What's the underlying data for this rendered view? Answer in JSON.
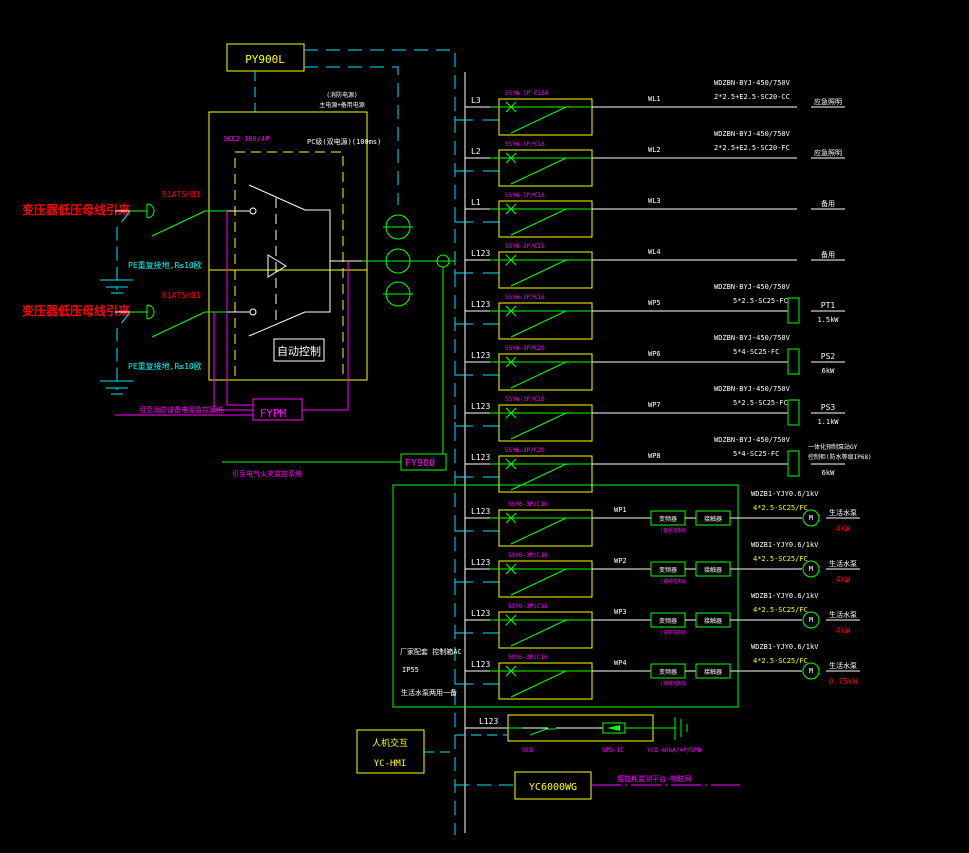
{
  "sources": [
    {
      "label": "变压器低压母线引来",
      "breaker": "B1ATSHB1",
      "ground_label": "PE重复接地,R≤10欧"
    },
    {
      "label": "变压器低压母线引来",
      "breaker": "B1ATSHB1",
      "ground_label": "PE重复接地,R≤10欧"
    }
  ],
  "ats": {
    "top_note_line1": "(消防电源)",
    "top_note_line2": "主电源+备用电源",
    "model": "3KC2-100/4P",
    "pc_label": "PC级(双电源)(100ms)",
    "auto_label": "自动控制"
  },
  "monitors": {
    "py900l": "PY900L",
    "fypm": "FYPM",
    "fy900": "FY900",
    "fypm_note": "引至消防设备电源监控系统",
    "fy900_note": "引至电气火灾监控系统"
  },
  "bus_rows": [
    {
      "phase": "L3",
      "breaker": "5SY6 1P C16A",
      "circuit": "WL1",
      "cable1": "WDZBN-BYJ-450/750V",
      "cable2": "2*2.5+E2.5-SC20-CC",
      "load": "应急照明",
      "power": ""
    },
    {
      "phase": "L2",
      "breaker": "5SY6-1P/C16",
      "circuit": "WL2",
      "cable1": "WDZBN-BYJ-450/750V",
      "cable2": "2*2.5+E2.5-SC20-FC",
      "load": "应急照明",
      "power": ""
    },
    {
      "phase": "L1",
      "breaker": "5SY6-1P/C16",
      "circuit": "WL3",
      "cable1": "",
      "cable2": "",
      "load": "备用",
      "power": ""
    },
    {
      "phase": "L123",
      "breaker": "5SY6-3P/C16",
      "circuit": "WL4",
      "cable1": "",
      "cable2": "",
      "load": "备用",
      "power": ""
    },
    {
      "phase": "L123",
      "breaker": "5SY6-3P/C16",
      "circuit": "WP5",
      "cable1": "WDZBN-BYJ-450/750V",
      "cable2": "5*2.5-SC25-FC",
      "load": "PT1",
      "power": "1.5kW"
    },
    {
      "phase": "L123",
      "breaker": "5SY6-3P/C20",
      "circuit": "WP6",
      "cable1": "WDZBN-BYJ-450/750V",
      "cable2": "5*4-SC25-FC",
      "load": "PS2",
      "power": "6kW"
    },
    {
      "phase": "L123",
      "breaker": "5SY6-3P/C16",
      "circuit": "WP7",
      "cable1": "WDZBN-BYJ-450/750V",
      "cable2": "5*2.5-SC25-FC",
      "load": "PS3",
      "power": "1.1kW"
    },
    {
      "phase": "L123",
      "breaker": "5SY6-3P/C20",
      "circuit": "WP8",
      "cable1": "WDZBN-BYJ-450/750V",
      "cable2": "5*4-SC25-FC",
      "load": "一体化预制泵站GY",
      "load2": "控制柜(防水等级IP68)",
      "power": "6kW"
    }
  ],
  "pump_panel": {
    "label_line1": "厂家配套  控制箱AC",
    "label_line2": "IP55",
    "label_line3": "生活水泵两用一备"
  },
  "pump_rows": [
    {
      "phase": "L123",
      "breaker": "5SY6-3P/C16",
      "circuit": "WP1",
      "box1": "变频器",
      "box1_note": "(变频控制)",
      "box2": "接触器",
      "cable1": "WDZB1-YJY0.6/1kV",
      "cable2": "4*2.5-SC25/FC",
      "motor": "M",
      "load": "生活水泵",
      "power": "4kW"
    },
    {
      "phase": "L123",
      "breaker": "5SY6-3P/C16",
      "circuit": "WP2",
      "box1": "变频器",
      "box1_note": "(变频控制)",
      "box2": "接触器",
      "cable1": "WDZB1-YJY0.6/1kV",
      "cable2": "4*2.5-SC25/FC",
      "motor": "M",
      "load": "生活水泵",
      "power": "4kW"
    },
    {
      "phase": "L123",
      "breaker": "5SY6-3P/C16",
      "circuit": "WP3",
      "box1": "变频器",
      "box1_note": "(变频控制)",
      "box2": "接触器",
      "cable1": "WDZB1-YJY0.6/1kV",
      "cable2": "4*2.5-SC25/FC",
      "motor": "M",
      "load": "生活水泵",
      "power": "4kW"
    },
    {
      "phase": "L123",
      "breaker": "5SY6-3P/C16",
      "circuit": "WP4",
      "box1": "变频器",
      "box1_note": "(变频控制)",
      "box2": "接触器",
      "cable1": "WDZB1-YJY0.6/1kV",
      "cable2": "4*2.5-SC25/FC",
      "motor": "M",
      "load": "生活水泵",
      "power": "0.75kW"
    }
  ],
  "spd_row": {
    "phase": "L123",
    "scb": "SCB",
    "spd": "SPD-II",
    "spd_model": "YCD-40kA/4P/SPD"
  },
  "hmi": {
    "line1": "人机交互",
    "line2": "YC-HMI"
  },
  "gateway": {
    "label": "YC6000WG",
    "note": "接能耗监测平台-物联网"
  }
}
